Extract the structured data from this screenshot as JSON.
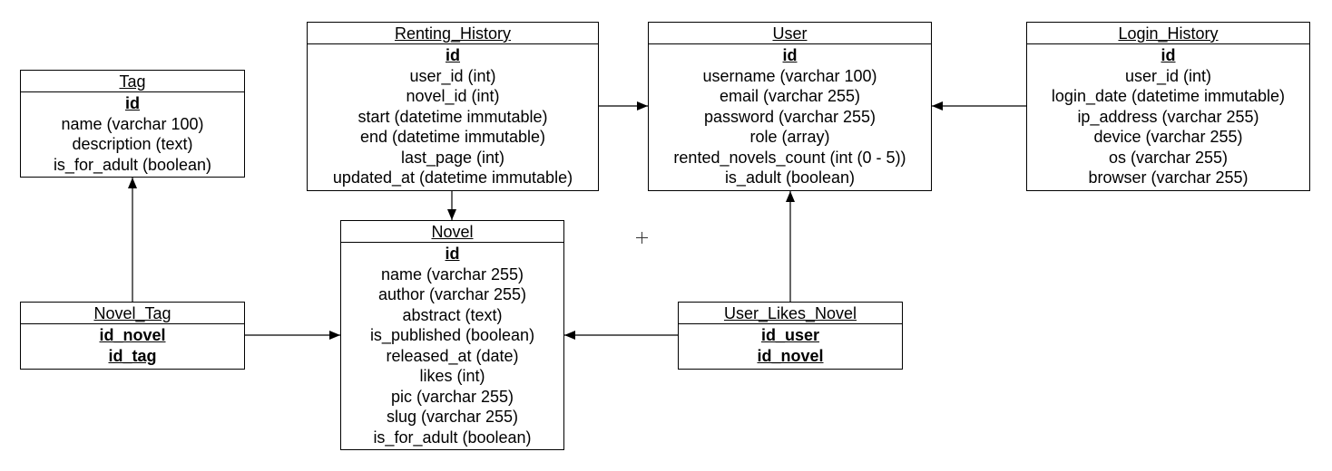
{
  "entities": {
    "tag": {
      "name": "Tag",
      "fields": [
        "id",
        "name (varchar 100)",
        "description (text)",
        "is_for_adult (boolean)"
      ]
    },
    "renting_history": {
      "name": "Renting_History",
      "fields": [
        "id",
        "user_id (int)",
        "novel_id (int)",
        "start (datetime immutable)",
        "end (datetime immutable)",
        "last_page (int)",
        "updated_at (datetime immutable)"
      ]
    },
    "user": {
      "name": "User",
      "fields": [
        "id",
        "username (varchar 100)",
        "email (varchar 255)",
        "password (varchar 255)",
        "role (array)",
        "rented_novels_count (int (0 - 5))",
        "is_adult (boolean)"
      ]
    },
    "login_history": {
      "name": "Login_History",
      "fields": [
        "id",
        "user_id (int)",
        "login_date (datetime immutable)",
        "ip_address (varchar 255)",
        "device (varchar 255)",
        "os (varchar 255)",
        "browser (varchar 255)"
      ]
    },
    "novel": {
      "name": "Novel",
      "fields": [
        "id",
        "name (varchar 255)",
        "author (varchar 255)",
        "abstract (text)",
        "is_published (boolean)",
        "released_at (date)",
        "likes (int)",
        "pic (varchar 255)",
        "slug (varchar 255)",
        "is_for_adult (boolean)"
      ]
    },
    "novel_tag": {
      "name": "Novel_Tag",
      "fields": [
        "id_novel",
        "id_tag"
      ]
    },
    "user_likes_novel": {
      "name": "User_Likes_Novel",
      "fields": [
        "id_user",
        "id_novel"
      ]
    }
  },
  "relationships": [
    {
      "from": "renting_history",
      "to": "user"
    },
    {
      "from": "renting_history",
      "to": "novel"
    },
    {
      "from": "login_history",
      "to": "user"
    },
    {
      "from": "novel_tag",
      "to": "tag"
    },
    {
      "from": "novel_tag",
      "to": "novel"
    },
    {
      "from": "user_likes_novel",
      "to": "user"
    },
    {
      "from": "user_likes_novel",
      "to": "novel"
    }
  ]
}
